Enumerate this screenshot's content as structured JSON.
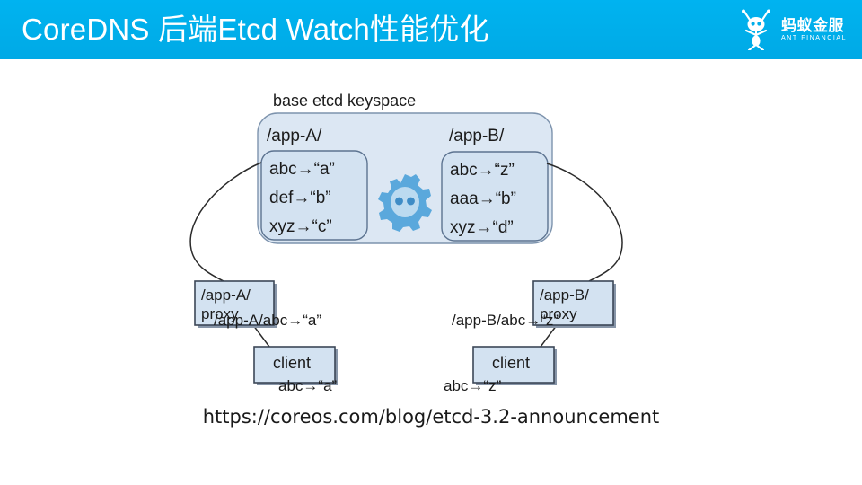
{
  "header": {
    "title": "CoreDNS  后端Etcd Watch性能优化",
    "background_color": "#00AEEA",
    "title_color": "#FFFFFF",
    "logo": {
      "name_cn": "蚂蚁金服",
      "name_en": "ANT FINANCIAL"
    }
  },
  "diagram": {
    "keyspace_caption": "base etcd keyspace",
    "center_logo_name": "etcd-gear-logo",
    "center_logo_color": "#5AA8DC",
    "box_fill": "#D6E3F0",
    "box_stroke": "#4A566B",
    "outer_fill": "#DDE8F3",
    "groups": [
      {
        "heading": "/app-A/",
        "entries": [
          "abc→“a”",
          "def→“b”",
          "xyz→“c”"
        ]
      },
      {
        "heading": "/app-B/",
        "entries": [
          "abc→“z”",
          "aaa→“b”",
          "xyz→“d”"
        ]
      }
    ],
    "edges": [
      {
        "label": "/app-A/abc→“a”"
      },
      {
        "label": "/app-B/abc→“z”"
      },
      {
        "label": "abc→“a”"
      },
      {
        "label": "abc→“z”"
      }
    ],
    "nodes": [
      {
        "line1": "/app-A/",
        "line2": "proxy"
      },
      {
        "line1": "/app-B/",
        "line2": "proxy"
      },
      {
        "label": "client"
      },
      {
        "label": "client"
      }
    ]
  },
  "footer": {
    "source_url": "https://coreos.com/blog/etcd-3.2-announcement"
  }
}
